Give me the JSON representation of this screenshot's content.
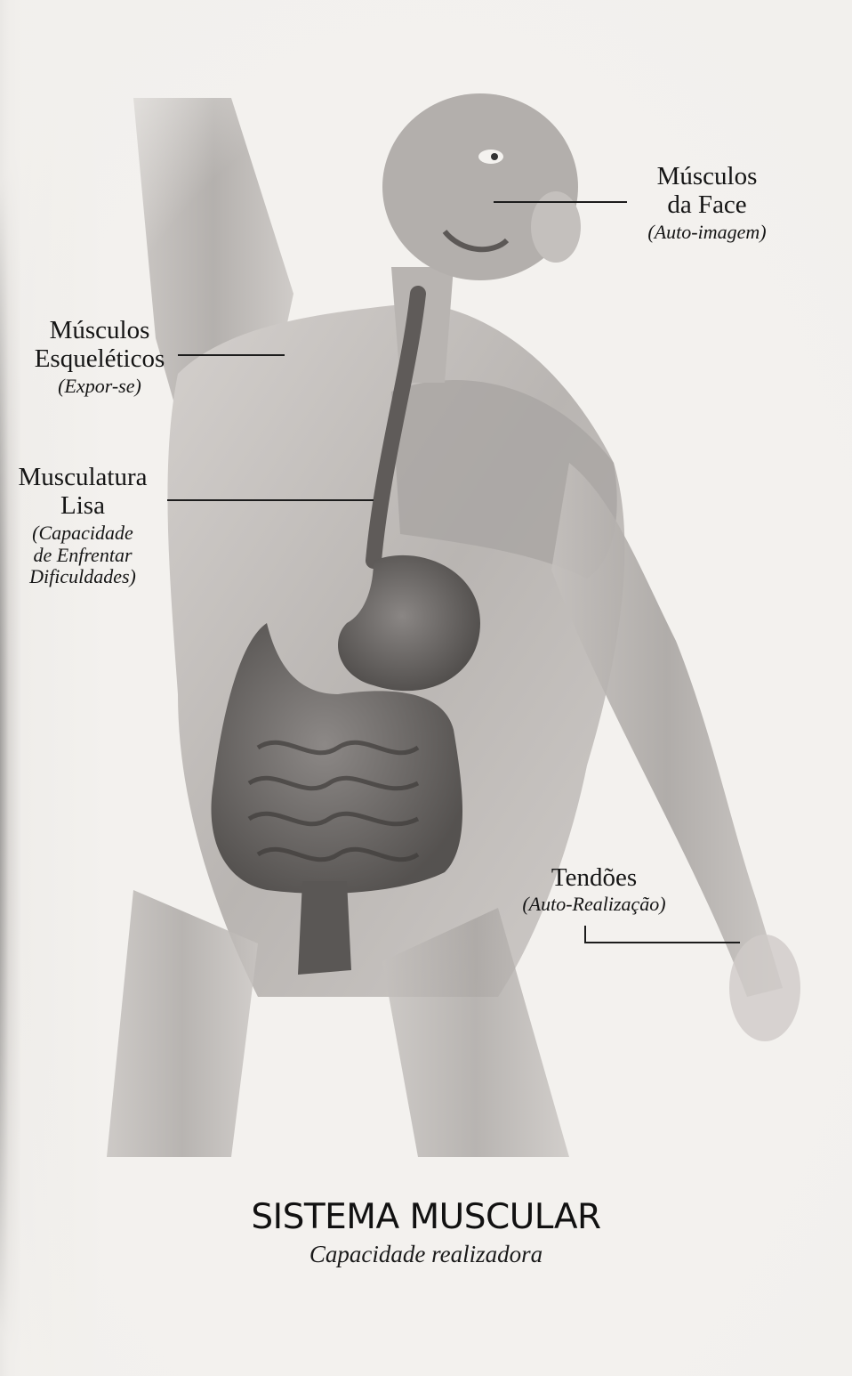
{
  "labels": {
    "face": {
      "name_line1": "Músculos",
      "name_line2": "da Face",
      "meaning": "(Auto-imagem)"
    },
    "skeletal": {
      "name_line1": "Músculos",
      "name_line2": "Esqueléticos",
      "meaning": "(Expor-se)"
    },
    "smooth": {
      "name_line1": "Musculatura",
      "name_line2": "Lisa",
      "meaning_line1": "(Capacidade",
      "meaning_line2": "de Enfrentar",
      "meaning_line3": "Dificuldades)"
    },
    "tendons": {
      "name": "Tendões",
      "meaning": "(Auto-Realização)"
    }
  },
  "title": "SISTEMA MUSCULAR",
  "subtitle": "Capacidade realizadora",
  "colors": {
    "background": "#f1efec",
    "muscle_tone": "#bdb9b6",
    "organ_tone": "#6f6b69",
    "text": "#151515"
  }
}
